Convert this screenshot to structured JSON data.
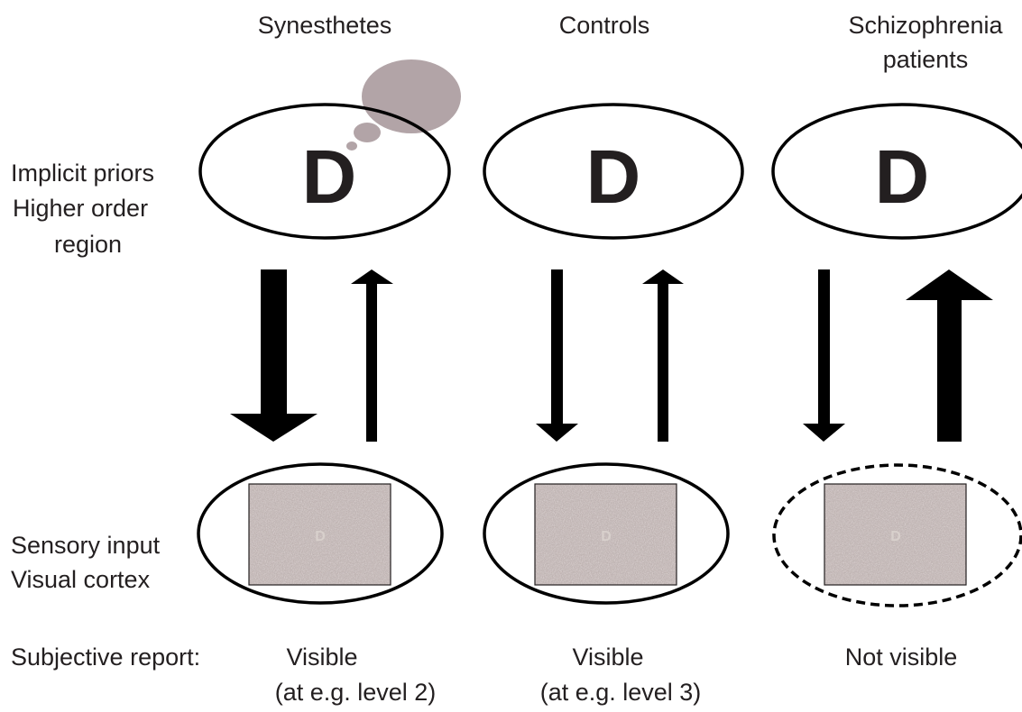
{
  "columns": [
    {
      "title_lines": [
        "Synesthetes"
      ],
      "letter": "D",
      "report_lines": [
        "Visible",
        "(at e.g. level 2)"
      ]
    },
    {
      "title_lines": [
        "Controls"
      ],
      "letter": "D",
      "report_lines": [
        "Visible",
        "(at e.g. level 3)"
      ]
    },
    {
      "title_lines": [
        "Schizophrenia",
        "patients"
      ],
      "letter": "D",
      "report_lines": [
        "Not visible"
      ]
    }
  ],
  "row_labels": {
    "top": [
      "Implicit priors",
      "Higher order",
      "region"
    ],
    "bottom": [
      "Sensory input",
      "Visual cortex"
    ],
    "report": "Subjective report:"
  },
  "colors": {
    "ink": "#231f20",
    "thought_bubble": "#b2a4a7",
    "noise_base": "#b5a8a6"
  }
}
